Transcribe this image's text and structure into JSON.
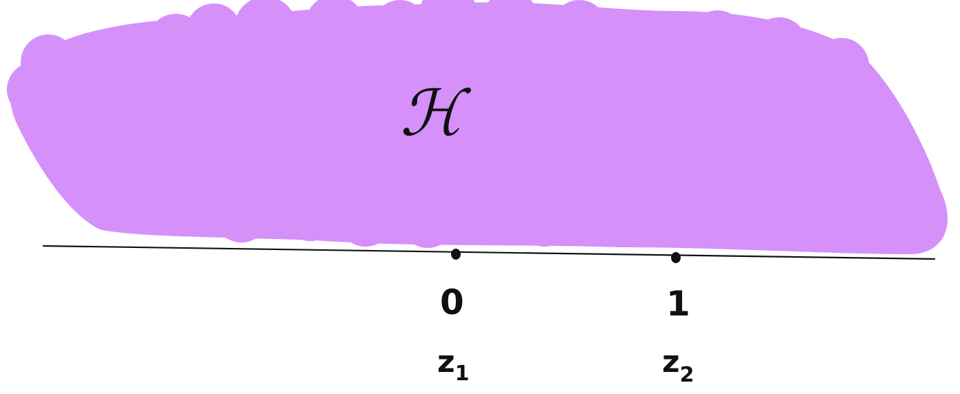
{
  "diagram": {
    "region": {
      "label": "ℋ",
      "fill_color": "#d690fa"
    },
    "axis": {
      "stroke_color": "#111111"
    },
    "points": [
      {
        "value": "0",
        "name": "z",
        "subscript": "1"
      },
      {
        "value": "1",
        "name": "z",
        "subscript": "2"
      }
    ]
  }
}
